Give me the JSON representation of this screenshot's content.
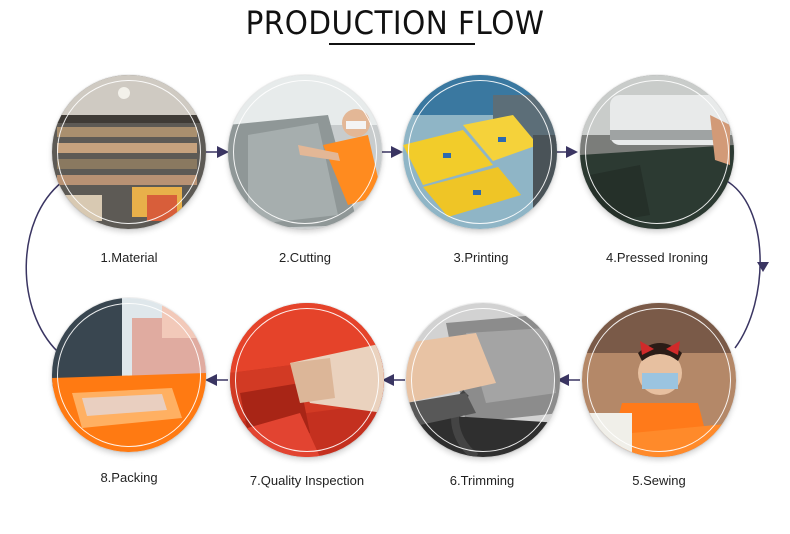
{
  "title": "PRODUCTION FLOW",
  "accent_color": "#3a3562",
  "steps": [
    {
      "label": "1.Material"
    },
    {
      "label": "2.Cutting"
    },
    {
      "label": "3.Printing"
    },
    {
      "label": "4.Pressed Ironing"
    },
    {
      "label": "5.Sewing"
    },
    {
      "label": "6.Trimming"
    },
    {
      "label": "7.Quality Inspection"
    },
    {
      "label": "8.Packing"
    }
  ]
}
